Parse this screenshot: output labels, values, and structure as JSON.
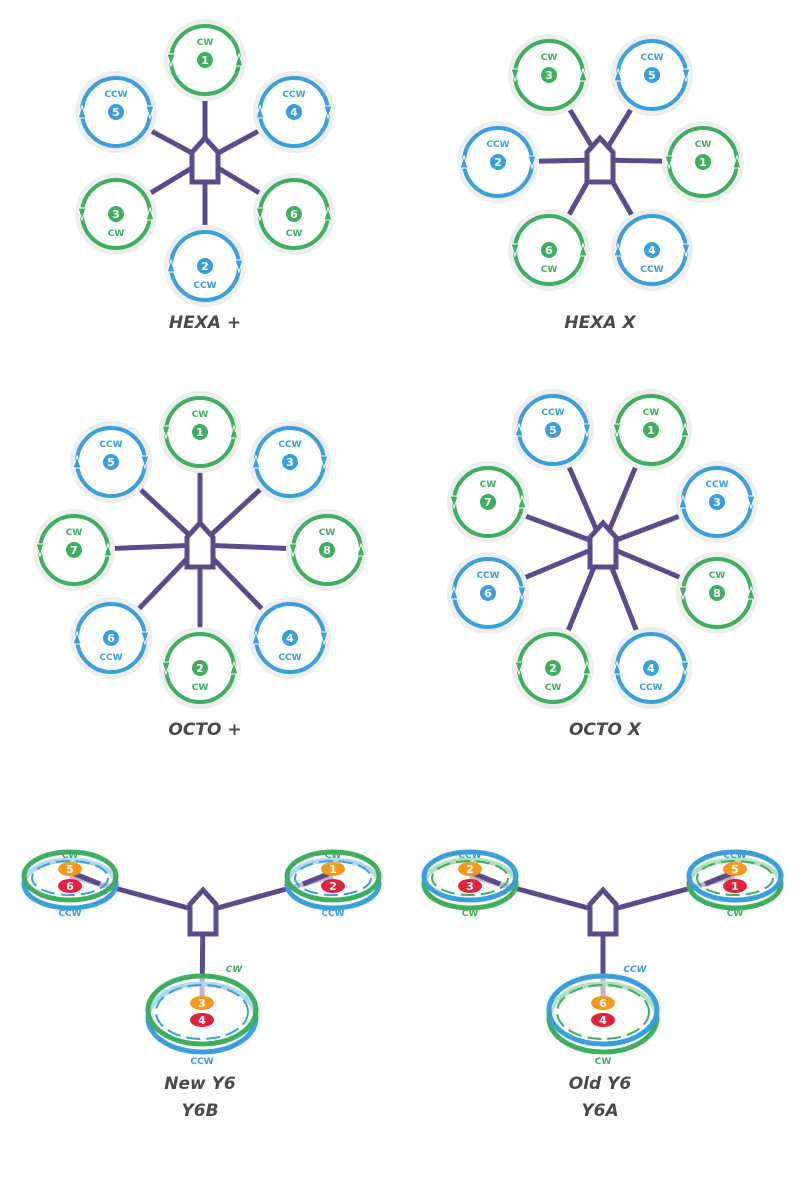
{
  "colors": {
    "cw": "#3fae5f",
    "ccw": "#3a9fdc",
    "frame": "#5b4b8a",
    "upper": "#f39a1e",
    "lower": "#e0223f"
  },
  "labels": {
    "cw": "CW",
    "ccw": "CCW"
  },
  "diagrams": [
    {
      "id": "hexa-plus",
      "title": "HEXA +",
      "motors": [
        {
          "num": "1",
          "dir": "cw"
        },
        {
          "num": "5",
          "dir": "ccw"
        },
        {
          "num": "4",
          "dir": "ccw"
        },
        {
          "num": "3",
          "dir": "cw"
        },
        {
          "num": "6",
          "dir": "cw"
        },
        {
          "num": "2",
          "dir": "ccw"
        }
      ]
    },
    {
      "id": "hexa-x",
      "title": "HEXA X",
      "motors": [
        {
          "num": "3",
          "dir": "cw"
        },
        {
          "num": "5",
          "dir": "ccw"
        },
        {
          "num": "2",
          "dir": "ccw"
        },
        {
          "num": "1",
          "dir": "cw"
        },
        {
          "num": "6",
          "dir": "cw"
        },
        {
          "num": "4",
          "dir": "ccw"
        }
      ]
    },
    {
      "id": "octo-plus",
      "title": "OCTO +",
      "motors": [
        {
          "num": "1",
          "dir": "cw"
        },
        {
          "num": "5",
          "dir": "ccw"
        },
        {
          "num": "3",
          "dir": "ccw"
        },
        {
          "num": "7",
          "dir": "cw"
        },
        {
          "num": "8",
          "dir": "cw"
        },
        {
          "num": "6",
          "dir": "ccw"
        },
        {
          "num": "4",
          "dir": "ccw"
        },
        {
          "num": "2",
          "dir": "cw"
        }
      ]
    },
    {
      "id": "octo-x",
      "title": "OCTO X",
      "motors": [
        {
          "num": "5",
          "dir": "ccw"
        },
        {
          "num": "1",
          "dir": "cw"
        },
        {
          "num": "7",
          "dir": "cw"
        },
        {
          "num": "3",
          "dir": "ccw"
        },
        {
          "num": "6",
          "dir": "ccw"
        },
        {
          "num": "8",
          "dir": "cw"
        },
        {
          "num": "2",
          "dir": "cw"
        },
        {
          "num": "4",
          "dir": "ccw"
        }
      ]
    }
  ],
  "y6": [
    {
      "id": "new-y6",
      "title": "New Y6",
      "subtitle": "Y6B",
      "top_dir": "cw",
      "bottom_dir": "ccw",
      "motors": [
        {
          "upper": "5",
          "lower": "6"
        },
        {
          "upper": "1",
          "lower": "2"
        },
        {
          "upper": "3",
          "lower": "4"
        }
      ]
    },
    {
      "id": "old-y6",
      "title": "Old Y6",
      "subtitle": "Y6A",
      "top_dir": "ccw",
      "bottom_dir": "cw",
      "motors": [
        {
          "upper": "2",
          "lower": "3"
        },
        {
          "upper": "5",
          "lower": "1"
        },
        {
          "upper": "6",
          "lower": "4"
        }
      ]
    }
  ]
}
